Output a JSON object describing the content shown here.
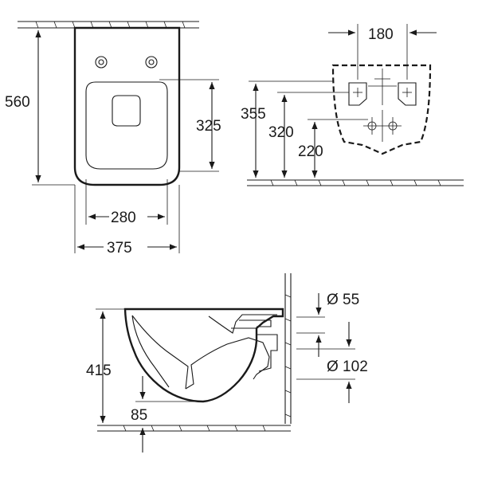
{
  "dimensions": {
    "top_view_height": "560",
    "seat_hinge_height": "325",
    "fixing_width": "180",
    "fixing_height_355": "355",
    "fixing_height_320": "320",
    "fixing_height_220": "220",
    "inner_width": "280",
    "outer_width": "375",
    "outlet_diameter_small": "Ø 55",
    "outlet_diameter_large": "Ø 102",
    "side_height": "415",
    "floor_clearance": "85"
  }
}
